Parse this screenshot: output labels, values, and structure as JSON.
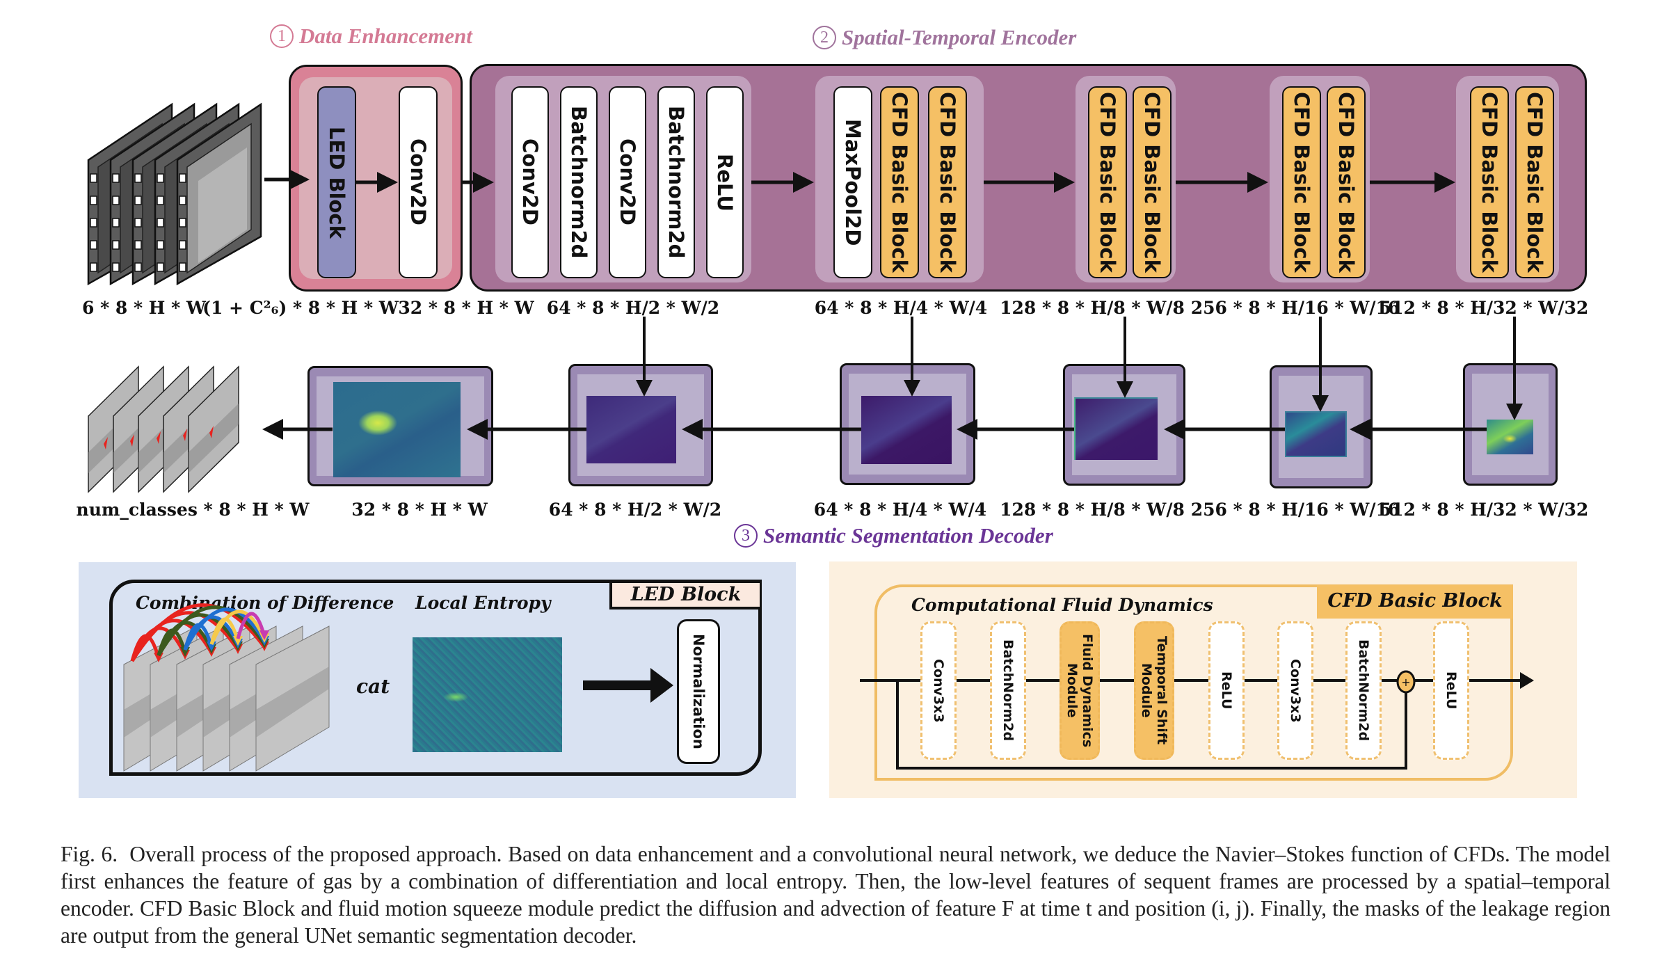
{
  "sections": {
    "data_enhancement": {
      "number": "1",
      "title": "Data Enhancement",
      "color": "#d47a94"
    },
    "encoder": {
      "number": "2",
      "title": "Spatial-Temporal Encoder",
      "color": "#a0739c"
    },
    "decoder": {
      "number": "3",
      "title": "Semantic Segmentation Decoder",
      "color": "#6a3596"
    }
  },
  "data_enhancement_blocks": [
    {
      "label": "LED Block",
      "color": "#8e8fbf"
    },
    {
      "label": "Conv2D",
      "color": "#ffffff"
    }
  ],
  "encoder_groups": [
    {
      "blocks": [
        {
          "label": "Conv2D",
          "color": "#ffffff"
        },
        {
          "label": "Batchnorm2d",
          "color": "#ffffff"
        },
        {
          "label": "Conv2D",
          "color": "#ffffff"
        },
        {
          "label": "Batchnorm2d",
          "color": "#ffffff"
        },
        {
          "label": "ReLU",
          "color": "#ffffff"
        }
      ]
    },
    {
      "blocks": [
        {
          "label": "MaxPool2D",
          "color": "#ffffff"
        },
        {
          "label": "CFD Basic Block",
          "color": "#f5c065"
        },
        {
          "label": "CFD Basic Block",
          "color": "#f5c065"
        }
      ]
    },
    {
      "blocks": [
        {
          "label": "CFD Basic Block",
          "color": "#f5c065"
        },
        {
          "label": "CFD Basic Block",
          "color": "#f5c065"
        }
      ]
    },
    {
      "blocks": [
        {
          "label": "CFD Basic Block",
          "color": "#f5c065"
        },
        {
          "label": "CFD Basic Block",
          "color": "#f5c065"
        }
      ]
    },
    {
      "blocks": [
        {
          "label": "CFD Basic Block",
          "color": "#f5c065"
        },
        {
          "label": "CFD Basic Block",
          "color": "#f5c065"
        }
      ]
    }
  ],
  "encoder_dims": {
    "input": "6 * 8 * H * W",
    "after_led": "(1 + C²₆) * 8 * H * W",
    "after_conv": "32 * 8 * H * W",
    "stage1": "64 * 8 * H/2 * W/2",
    "stage2": "64 * 8 * H/4 * W/4",
    "stage3": "128 * 8 * H/8 * W/8",
    "stage4": "256 * 8 * H/16 * W/16",
    "stage5": "512 * 8 * H/32 * W/32"
  },
  "decoder_dims": {
    "output": "num_classes * 8 * H * W",
    "d0": "32 * 8 * H * W",
    "d1": "64 * 8 * H/2 * W/2",
    "d2": "64 * 8 * H/4 * W/4",
    "d3": "128 * 8 * H/8 * W/8",
    "d4": "256 * 8 * H/16 * W/16",
    "d5": "512 * 8 * H/32 * W/32"
  },
  "led_panel": {
    "title": "LED Block",
    "combination_label": "Combination of Difference",
    "entropy_label": "Local Entropy",
    "cat_label": "cat",
    "normalization_label": "Normalization",
    "bg_color": "#d9e2f2"
  },
  "cfd_panel": {
    "title": "CFD Basic Block",
    "subtitle": "Computational Fluid Dynamics",
    "bg_color": "#fcf0df",
    "accent_color": "#f5c065",
    "blocks": [
      {
        "label": "Conv3x3",
        "style": "white"
      },
      {
        "label": "BatchNorm2d",
        "style": "white"
      },
      {
        "label": "Fluid Dynamics Module",
        "style": "orange"
      },
      {
        "label": "Temporal Shift Module",
        "style": "orange"
      },
      {
        "label": "ReLU",
        "style": "white"
      },
      {
        "label": "Conv3x3",
        "style": "white"
      },
      {
        "label": "BatchNorm2d",
        "style": "white"
      },
      {
        "label": "ReLU",
        "style": "white"
      }
    ],
    "add_symbol": "+"
  },
  "caption": {
    "prefix": "Fig. 6.",
    "text": "Overall process of the proposed approach. Based on data enhancement and a convolutional neural network, we deduce the Navier–Stokes function of CFDs. The model first enhances the feature of gas by a combination of differentiation and local entropy. Then, the low-level features of sequent frames are processed by a spatial–temporal encoder. CFD Basic Block and fluid motion squeeze module predict the diffusion and advection of feature F at time t and position (i, j). Finally, the masks of the leakage region are output from the general UNet semantic segmentation decoder."
  }
}
